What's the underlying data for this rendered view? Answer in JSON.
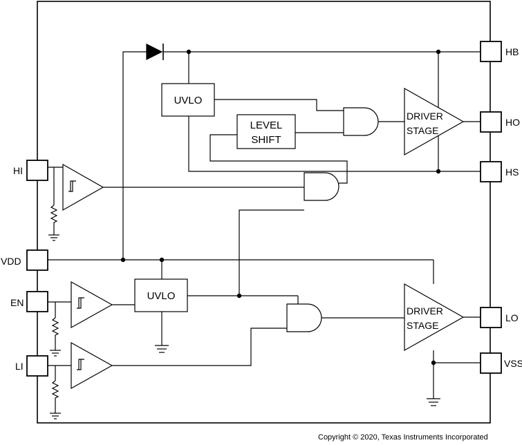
{
  "diagram": {
    "pins": {
      "left": [
        "HI",
        "VDD",
        "EN",
        "LI"
      ],
      "right": [
        "HB",
        "HO",
        "HS",
        "LO",
        "VSS"
      ]
    },
    "blocks": {
      "uvlo_high": "UVLO",
      "uvlo_low": "UVLO",
      "level_shift_line1": "LEVEL",
      "level_shift_line2": "SHIFT",
      "driver_high_line1": "DRIVER",
      "driver_high_line2": "STAGE",
      "driver_low_line1": "DRIVER",
      "driver_low_line2": "STAGE"
    },
    "copyright": "Copyright © 2020, Texas Instruments Incorporated"
  }
}
